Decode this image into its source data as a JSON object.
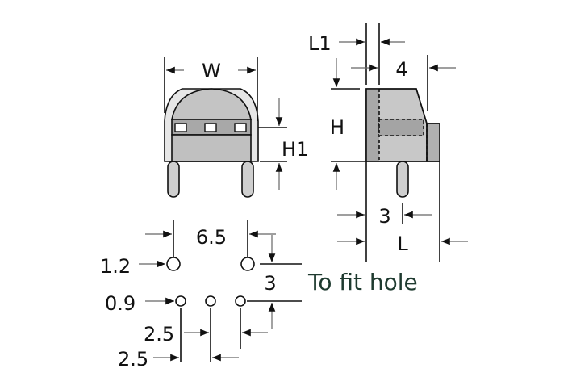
{
  "labels": {
    "width": "W",
    "height_h1": "H1",
    "height_h": "H",
    "length_l1": "L1",
    "dim_4": "4",
    "dim_3_side": "3",
    "length_l": "L",
    "pitch_6_5": "6.5",
    "hole_1_2": "1.2",
    "row_gap_3": "3",
    "hole_0_9": "0.9",
    "pitch_2_5_a": "2.5",
    "pitch_2_5_b": "2.5"
  },
  "note": "To fit hole",
  "colors": {
    "note": "#1e3a2f",
    "body_light": "#d4d4d4",
    "body_mid": "#b8b8b8",
    "body_dark": "#a0a0a0",
    "frame": "#e6e6e6"
  }
}
